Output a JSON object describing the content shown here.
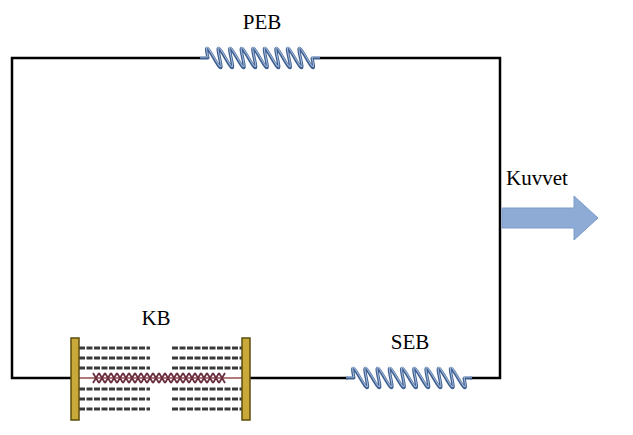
{
  "diagram": {
    "labels": [
      "PEB",
      "Kuvvet",
      "KB",
      "SEB"
    ]
  }
}
